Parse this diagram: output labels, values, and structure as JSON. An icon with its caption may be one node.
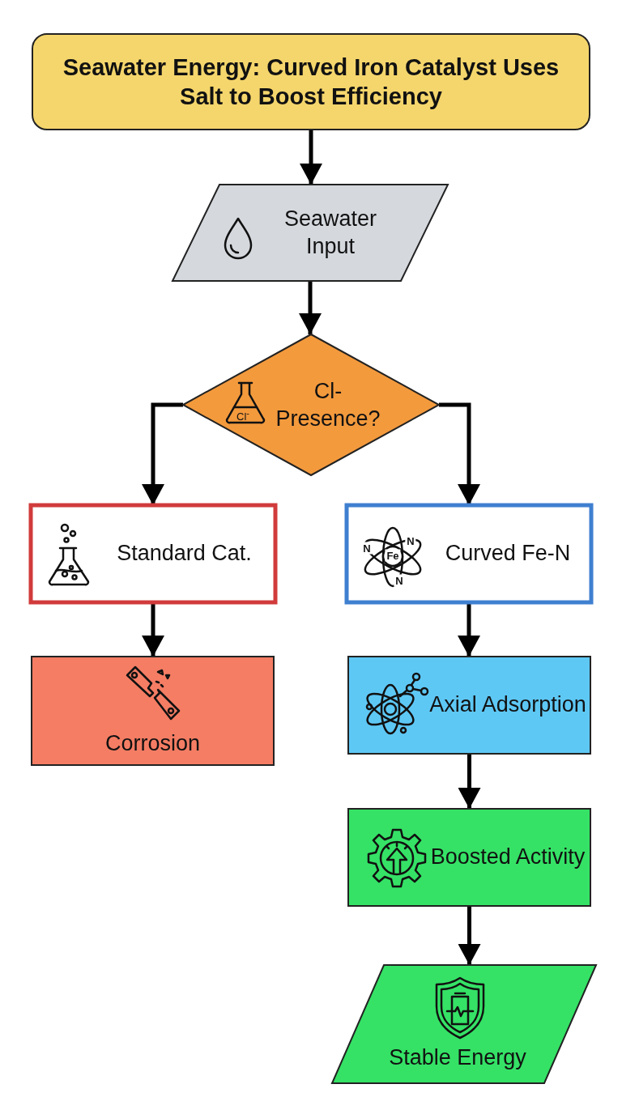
{
  "diagram": {
    "nodes": [
      {
        "text": [
          "Seawater Energy: Curved Iron Catalyst Uses Salt to Boost Efficiency"
        ]
      },
      {
        "text": [
          "Seawater Input"
        ]
      },
      {
        "text": [
          "Cl- Presence?"
        ]
      },
      {
        "text": [
          "Standard Cat."
        ]
      },
      {
        "text": [
          "Curved Fe-N"
        ]
      },
      {
        "text": [
          "Corrosion"
        ]
      },
      {
        "text": [
          "Axial Adsorption"
        ]
      },
      {
        "text": [
          "Boosted Activity"
        ]
      },
      {
        "text": [
          "Stable Energy"
        ]
      }
    ],
    "edges": [
      {
        "from": 0,
        "to": 1,
        "arrow": "to"
      },
      {
        "from": 1,
        "to": 2,
        "arrow": "to"
      },
      {
        "from": 2,
        "to": 3,
        "arrow": "to"
      },
      {
        "from": 2,
        "to": 4,
        "arrow": "to"
      },
      {
        "from": 3,
        "to": 5,
        "arrow": "to"
      },
      {
        "from": 4,
        "to": 6,
        "arrow": "to"
      },
      {
        "from": 6,
        "to": 7,
        "arrow": "to"
      },
      {
        "from": 7,
        "to": 8,
        "arrow": "to"
      }
    ],
    "labels": [
      "Cl$^{-}$",
      "N",
      "N",
      "Fe",
      "N"
    ]
  }
}
